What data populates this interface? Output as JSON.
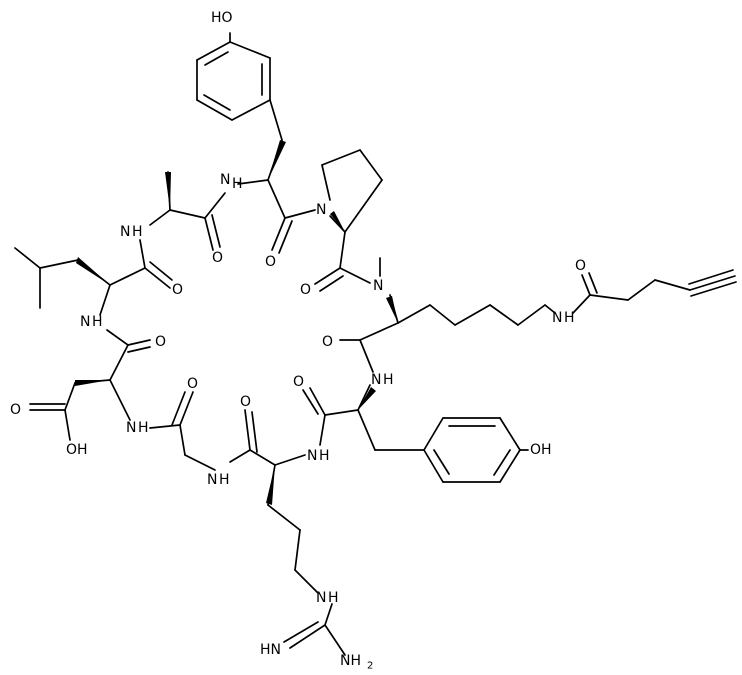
{
  "structure": {
    "labels": {
      "oh_top": "HO",
      "oh_right": "OH",
      "acid_o": "O",
      "acid_oh": "OH",
      "nh_tyr_ala": "N",
      "h_tyr_ala": "H",
      "o_tyr_co": "O",
      "n_pro": "N",
      "nh_ala_leu": "N",
      "h_ala_leu": "H",
      "o_ala_co": "O",
      "o_leu_co": "O",
      "nh_leu_asp": "N",
      "h_leu_asp": "H",
      "o_pro_co": "O",
      "n_methyl": "N",
      "nh_side_amide": "N",
      "h_side_amide": "H",
      "o_side_amide": "O",
      "o_asp_co": "O",
      "nh_asp_gly": "N",
      "h_asp_gly": "H",
      "o_gly_co": "O",
      "nh_gly_arg": "N",
      "h_gly_arg": "H",
      "o_arg_co": "O",
      "nh_arg_tyr": "N",
      "h_arg_tyr": "H",
      "o_tyr2_co": "O",
      "nh_tyr2_lys": "N",
      "h_tyr2_lys": "H",
      "o_lys_co": "O",
      "nh_guan": "N",
      "h_guan": "H",
      "hn_imine": "HN",
      "nh2_guan": "NH",
      "nh2_sub": "2"
    }
  }
}
